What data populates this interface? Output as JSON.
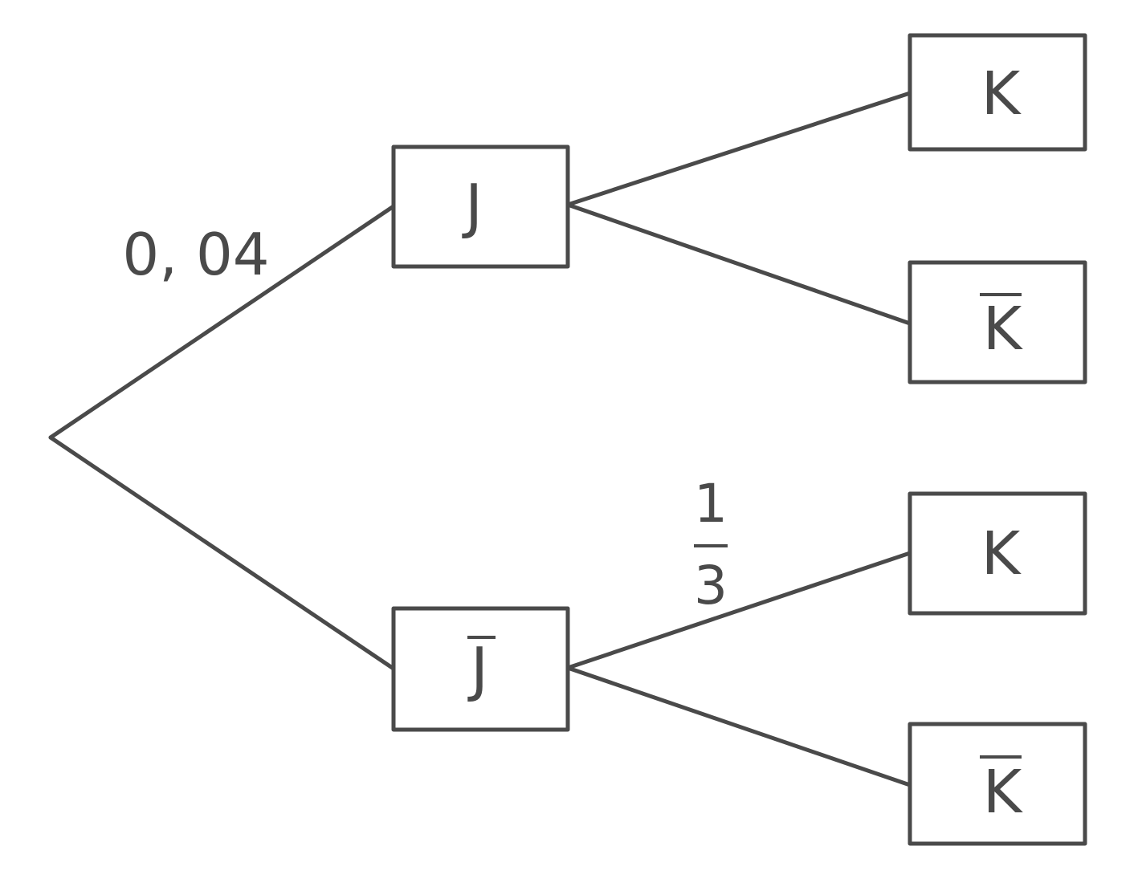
{
  "tree": {
    "root": {},
    "level1": [
      {
        "id": "J",
        "letter": "J",
        "complement": false,
        "probability": "0, 04"
      },
      {
        "id": "J-bar",
        "letter": "J",
        "complement": true,
        "probability": ""
      }
    ],
    "level2": [
      {
        "id": "J-K",
        "parent": "J",
        "letter": "K",
        "complement": false,
        "probability": ""
      },
      {
        "id": "J-K-bar",
        "parent": "J",
        "letter": "K",
        "complement": true,
        "probability": ""
      },
      {
        "id": "Jbar-K",
        "parent": "J-bar",
        "letter": "K",
        "complement": false,
        "probability": {
          "numerator": "1",
          "denominator": "3"
        }
      },
      {
        "id": "Jbar-K-bar",
        "parent": "J-bar",
        "letter": "K",
        "complement": true,
        "probability": ""
      }
    ]
  },
  "colors": {
    "stroke": "#4a4a4a",
    "background": "#ffffff"
  }
}
